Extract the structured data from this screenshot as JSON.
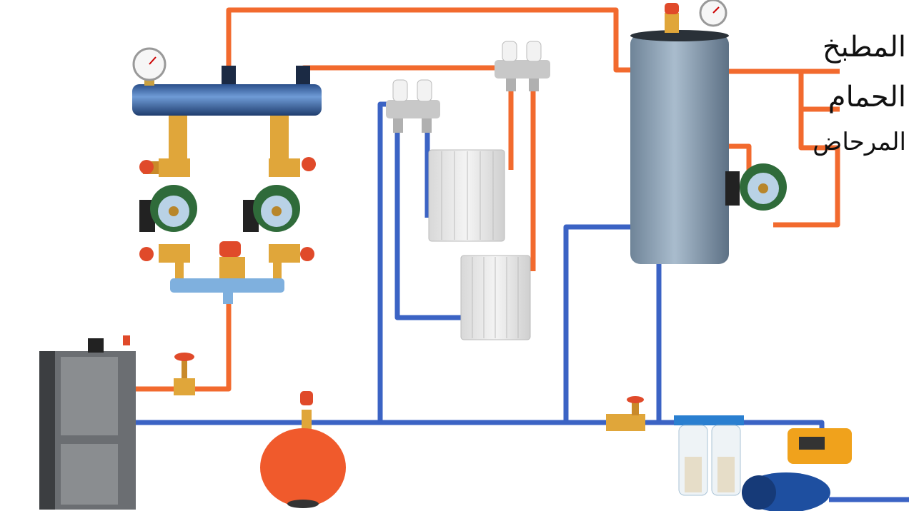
{
  "labels": {
    "kitchen": "المطبخ",
    "bathroom": "الحمام",
    "toilet": "المرحاض"
  },
  "colors": {
    "hot_pipe": "#f26a2e",
    "cold_pipe": "#3b63c4",
    "tank": "#8ea4b8",
    "pump": "#2f6b3a",
    "brass": "#e0a63a",
    "valve_handle": "#e04a2a",
    "expansion_tank": "#f05a2c",
    "boiler": "#6b6e72"
  }
}
